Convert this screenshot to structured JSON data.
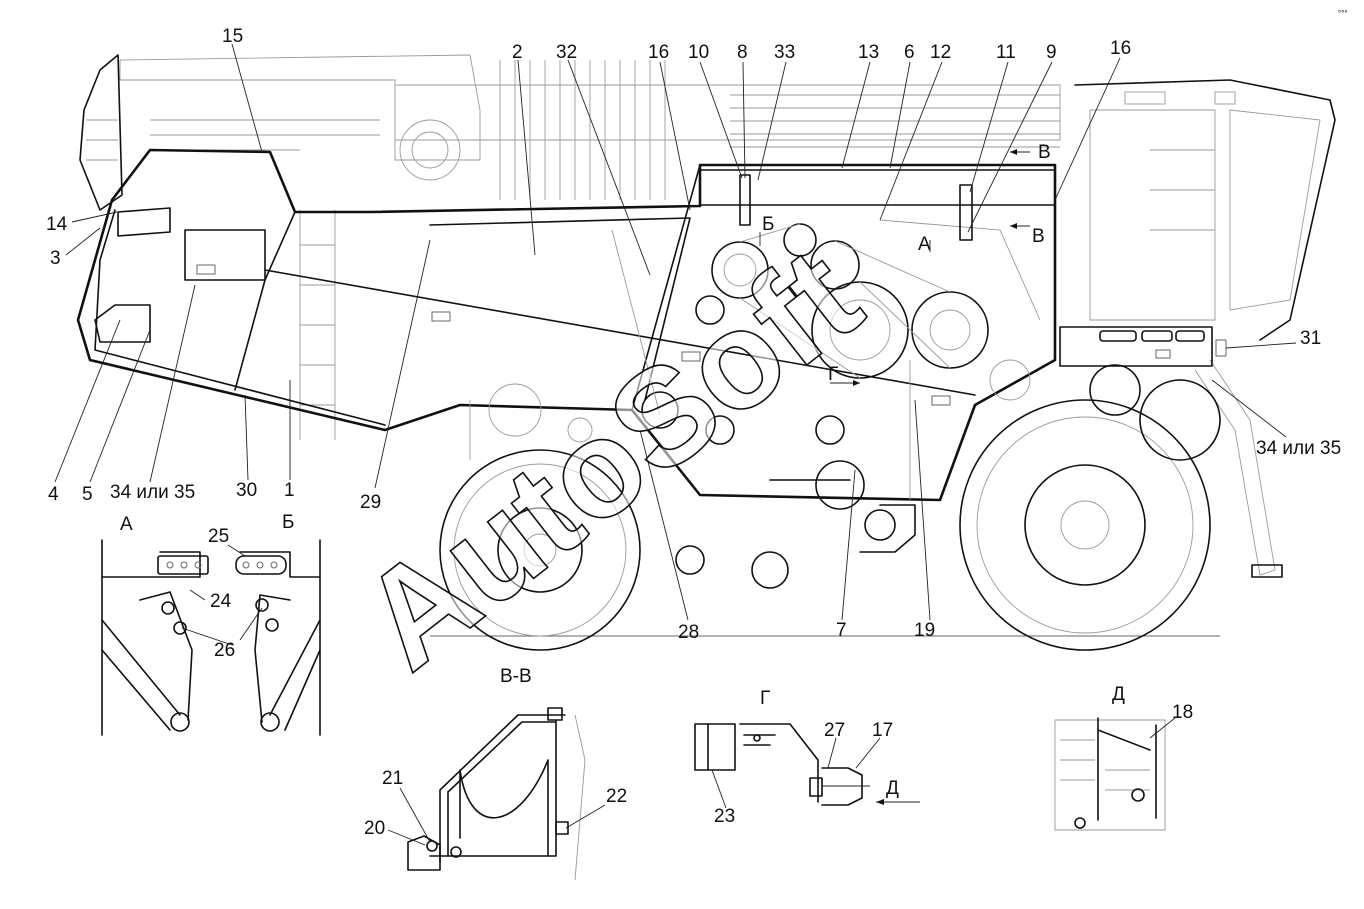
{
  "watermark": {
    "text": "AutoSoft",
    "stroke_color": "#111111"
  },
  "callouts": [
    {
      "id": "c15",
      "label": "15"
    },
    {
      "id": "c2",
      "label": "2"
    },
    {
      "id": "c32",
      "label": "32"
    },
    {
      "id": "c16a",
      "label": "16"
    },
    {
      "id": "c10",
      "label": "10"
    },
    {
      "id": "c8",
      "label": "8"
    },
    {
      "id": "c33",
      "label": "33"
    },
    {
      "id": "c13",
      "label": "13"
    },
    {
      "id": "c6",
      "label": "6"
    },
    {
      "id": "c12",
      "label": "12"
    },
    {
      "id": "c11",
      "label": "11"
    },
    {
      "id": "c9",
      "label": "9"
    },
    {
      "id": "c16b",
      "label": "16"
    },
    {
      "id": "c14",
      "label": "14"
    },
    {
      "id": "c3",
      "label": "3"
    },
    {
      "id": "c31",
      "label": "31"
    },
    {
      "id": "c3435r",
      "label": "34 или 35"
    },
    {
      "id": "c4",
      "label": "4"
    },
    {
      "id": "c5",
      "label": "5"
    },
    {
      "id": "c3435l",
      "label": "34 или 35"
    },
    {
      "id": "c30",
      "label": "30"
    },
    {
      "id": "c1",
      "label": "1"
    },
    {
      "id": "c29",
      "label": "29"
    },
    {
      "id": "c28",
      "label": "28"
    },
    {
      "id": "c7",
      "label": "7"
    },
    {
      "id": "c19",
      "label": "19"
    },
    {
      "id": "c25",
      "label": "25"
    },
    {
      "id": "c24",
      "label": "24"
    },
    {
      "id": "c26",
      "label": "26"
    },
    {
      "id": "c21",
      "label": "21"
    },
    {
      "id": "c22",
      "label": "22"
    },
    {
      "id": "c20",
      "label": "20"
    },
    {
      "id": "c27",
      "label": "27"
    },
    {
      "id": "c17",
      "label": "17"
    },
    {
      "id": "c23",
      "label": "23"
    },
    {
      "id": "c18",
      "label": "18"
    }
  ],
  "view_markers": [
    {
      "id": "mB1",
      "label": "В"
    },
    {
      "id": "mB2",
      "label": "В"
    },
    {
      "id": "mBe",
      "label": "Б"
    },
    {
      "id": "mA",
      "label": "А"
    },
    {
      "id": "mG",
      "label": "Г"
    }
  ],
  "detail_views": [
    {
      "id": "vA",
      "title": "А"
    },
    {
      "id": "vBe",
      "title": "Б"
    },
    {
      "id": "vVV",
      "title": "В-В"
    },
    {
      "id": "vG",
      "title": "Г"
    },
    {
      "id": "vD",
      "title": "Д"
    },
    {
      "id": "vDarrow",
      "title": "Д"
    }
  ]
}
